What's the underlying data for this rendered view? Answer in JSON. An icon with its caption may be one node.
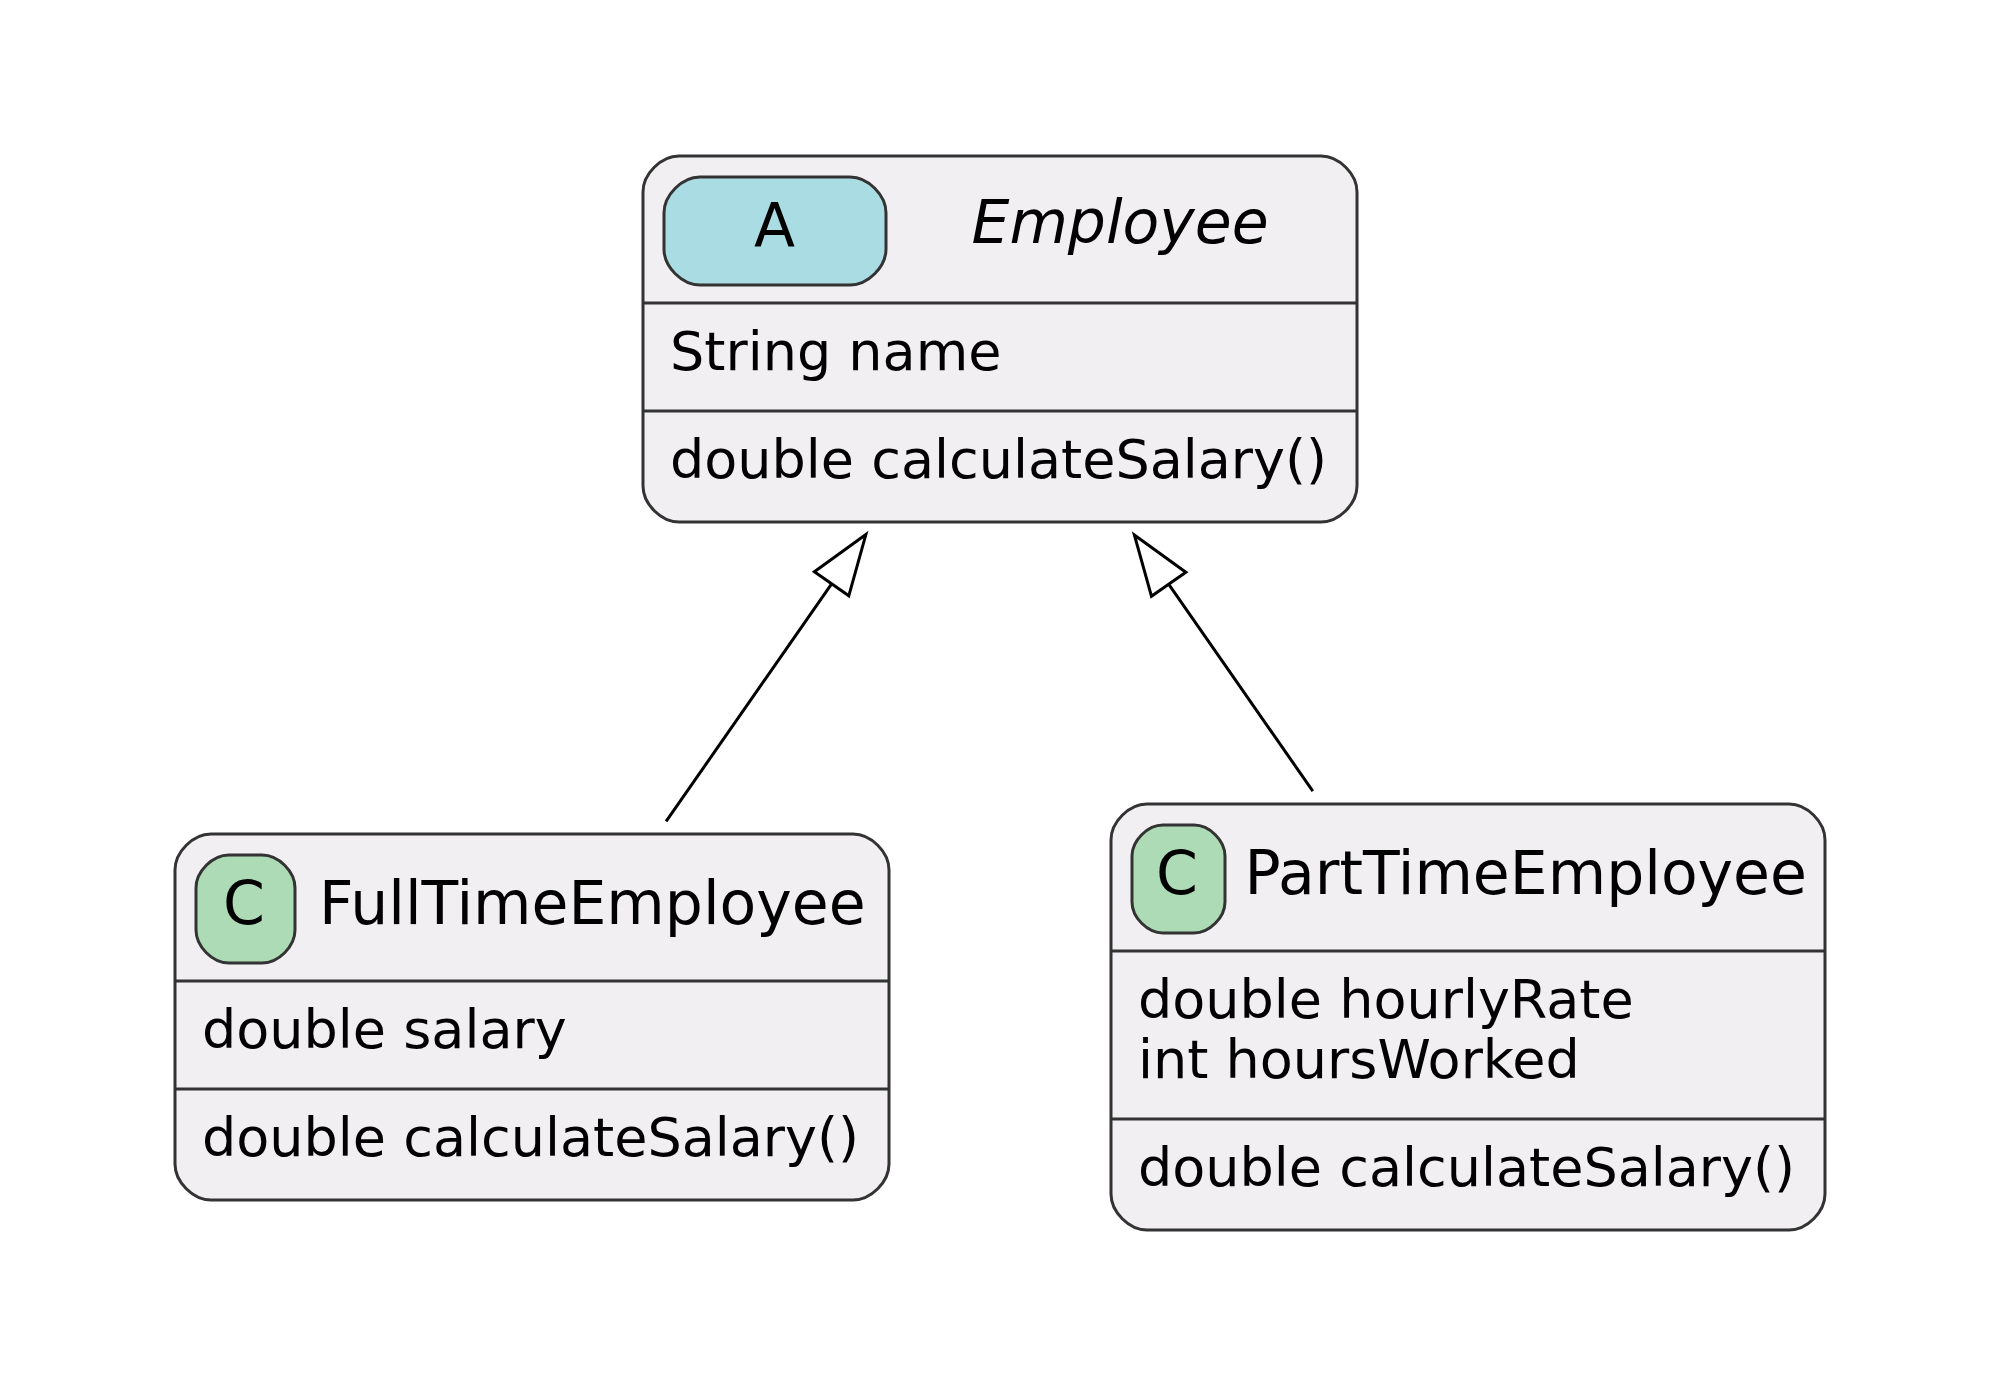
{
  "diagram": {
    "nodes": [
      {
        "text": [
          "A",
          "Employee",
          "String name",
          "double calculateSalary()"
        ]
      },
      {
        "text": [
          "C",
          "FullTimeEmployee",
          "double salary",
          "double calculateSalary()"
        ]
      },
      {
        "text": [
          "C",
          "PartTimeEmployee",
          "double hourlyRate",
          "int hoursWorked",
          "double calculateSalary()"
        ]
      }
    ],
    "edges": [
      {
        "from": 1,
        "to": 0,
        "arrow": "to"
      },
      {
        "from": 2,
        "to": 0,
        "arrow": "to"
      }
    ]
  }
}
